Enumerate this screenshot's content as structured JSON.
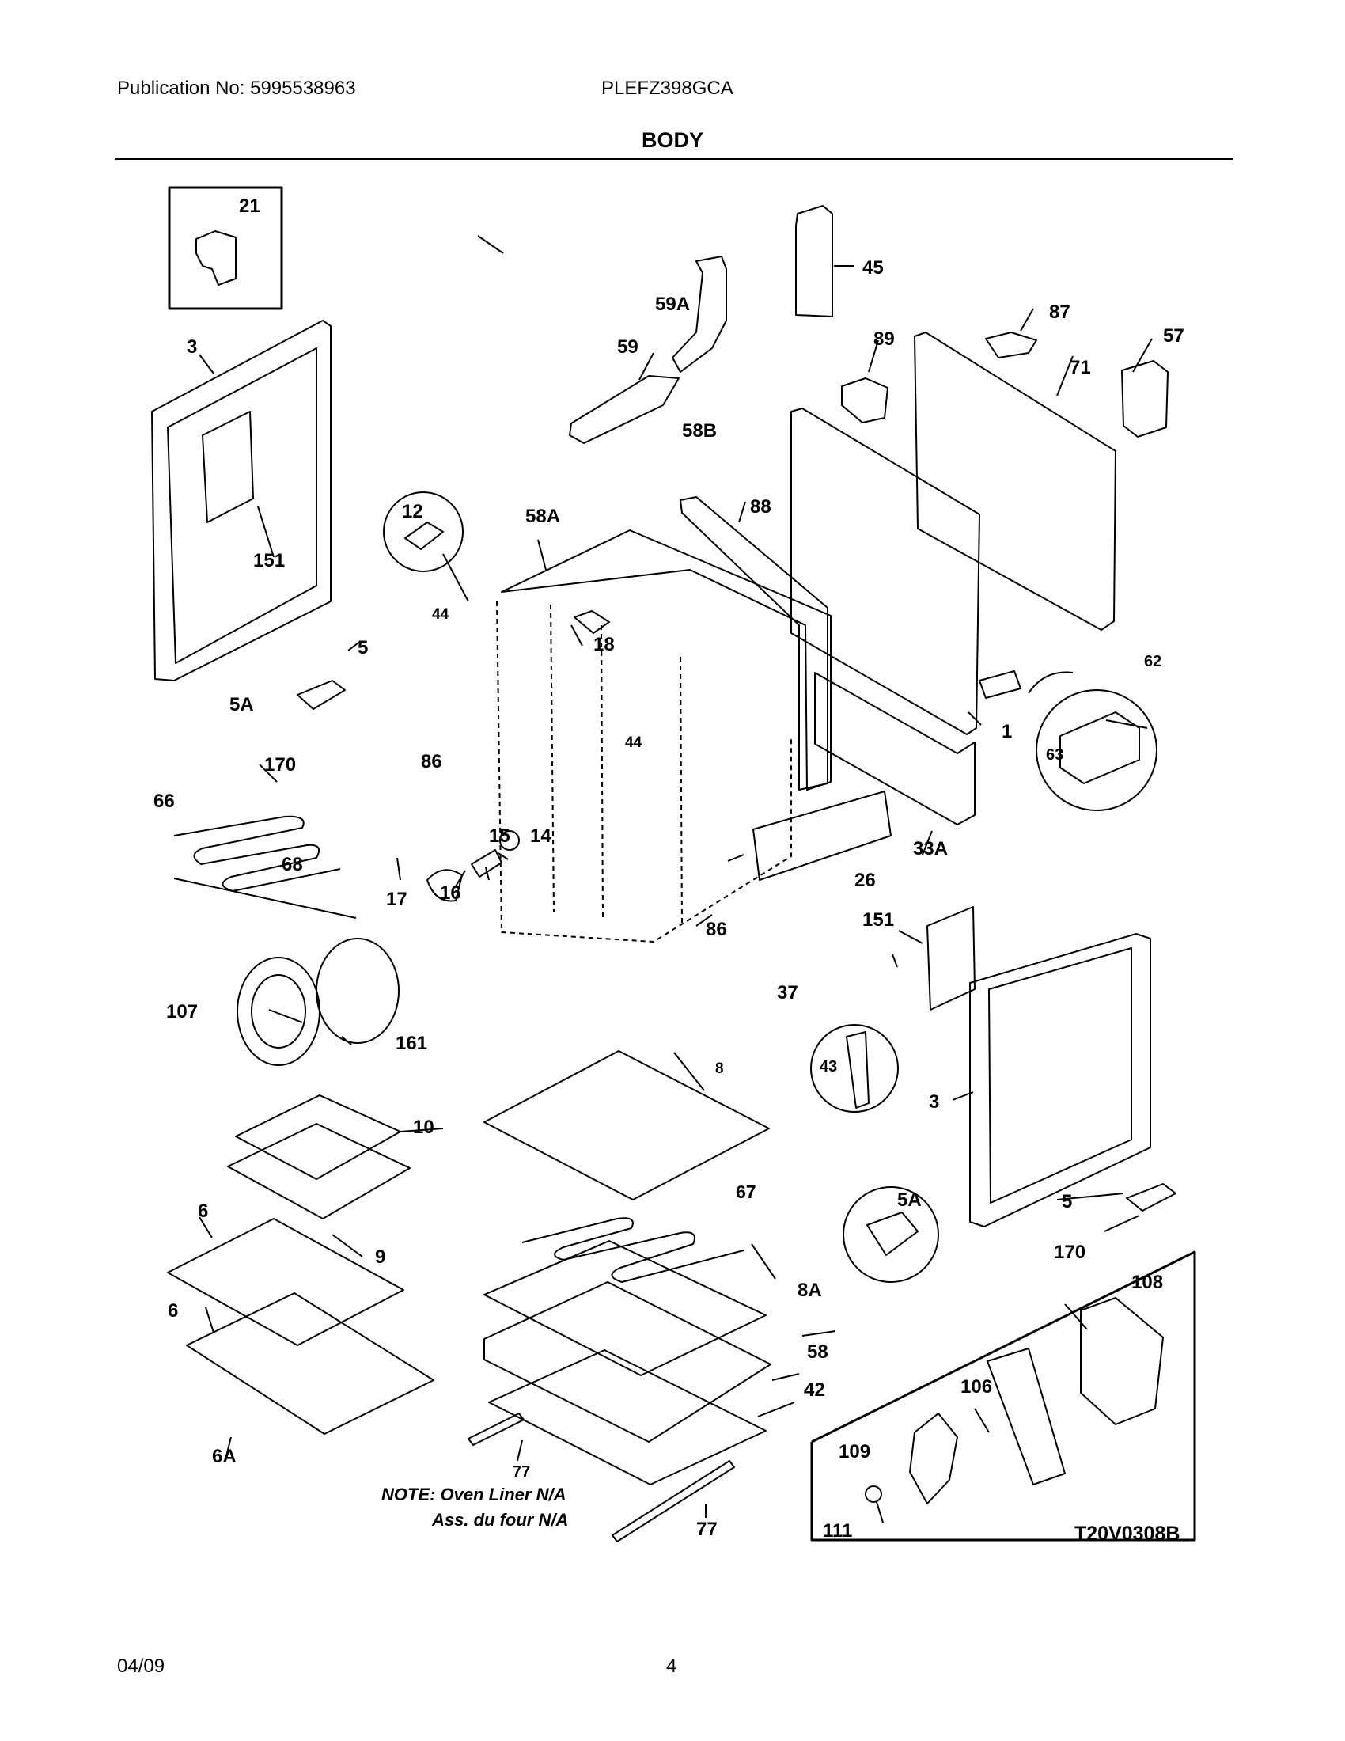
{
  "header": {
    "publication": "Publication No: 5995538963",
    "model": "PLEFZ398GCA",
    "section_title": "BODY"
  },
  "footer": {
    "date": "04/09",
    "page": "4"
  },
  "diagram": {
    "callouts": {
      "c21": "21",
      "c45": "45",
      "c59a": "59A",
      "c87": "87",
      "c57": "57",
      "c3a": "3",
      "c89": "89",
      "c59": "59",
      "c71": "71",
      "c58b": "58B",
      "c88": "88",
      "c12": "12",
      "c58a": "58A",
      "c151a": "151",
      "c44a": "44",
      "c18": "18",
      "c5a": "5",
      "c62": "62",
      "c5aa": "5A",
      "c44b": "44",
      "c1": "1",
      "c63": "63",
      "c170a": "170",
      "c86a": "86",
      "c66": "66",
      "c14": "14",
      "c15": "15",
      "c33a": "33A",
      "c17": "17",
      "c16": "16",
      "c68": "68",
      "c26": "26",
      "c86b": "86",
      "c151b": "151",
      "c37": "37",
      "c107": "107",
      "c161": "161",
      "c43": "43",
      "c8": "8",
      "c10": "10",
      "c3b": "3",
      "c67": "67",
      "c9": "9",
      "c6a": "6",
      "c5ab": "5A",
      "c5b": "5",
      "c170b": "170",
      "c108": "108",
      "c8a": "8A",
      "c6b": "6",
      "c58": "58",
      "c106": "106",
      "c42": "42",
      "c109": "109",
      "c6aa": "6A",
      "c77a": "77",
      "c111": "111",
      "c77b": "77"
    },
    "note_line1": "NOTE: Oven Liner N/A",
    "note_line2": "Ass. du four N/A",
    "diagram_id": "T20V0308B"
  }
}
